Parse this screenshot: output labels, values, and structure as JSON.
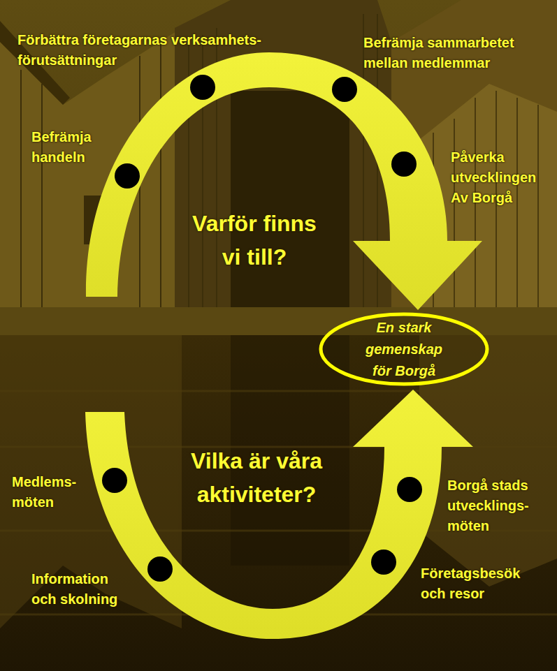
{
  "diagram": {
    "nodes": [
      {
        "text": [
          "En stark gemenskap för Borgå"
        ]
      }
    ],
    "labels": [
      "Förbättra företagarnas verksamhets- förutsättningar",
      "Befrämja sammarbetet mellan medlemmar",
      "Befrämja handeln",
      "Påverka utvecklingen Av Borgå",
      "Varför finns vi till?",
      "Vilka är våra aktiviteter?",
      "Medlems- möten",
      "Borgå stads utvecklings- möten",
      "Information och skolning",
      "Företagsbesök och resor"
    ]
  }
}
